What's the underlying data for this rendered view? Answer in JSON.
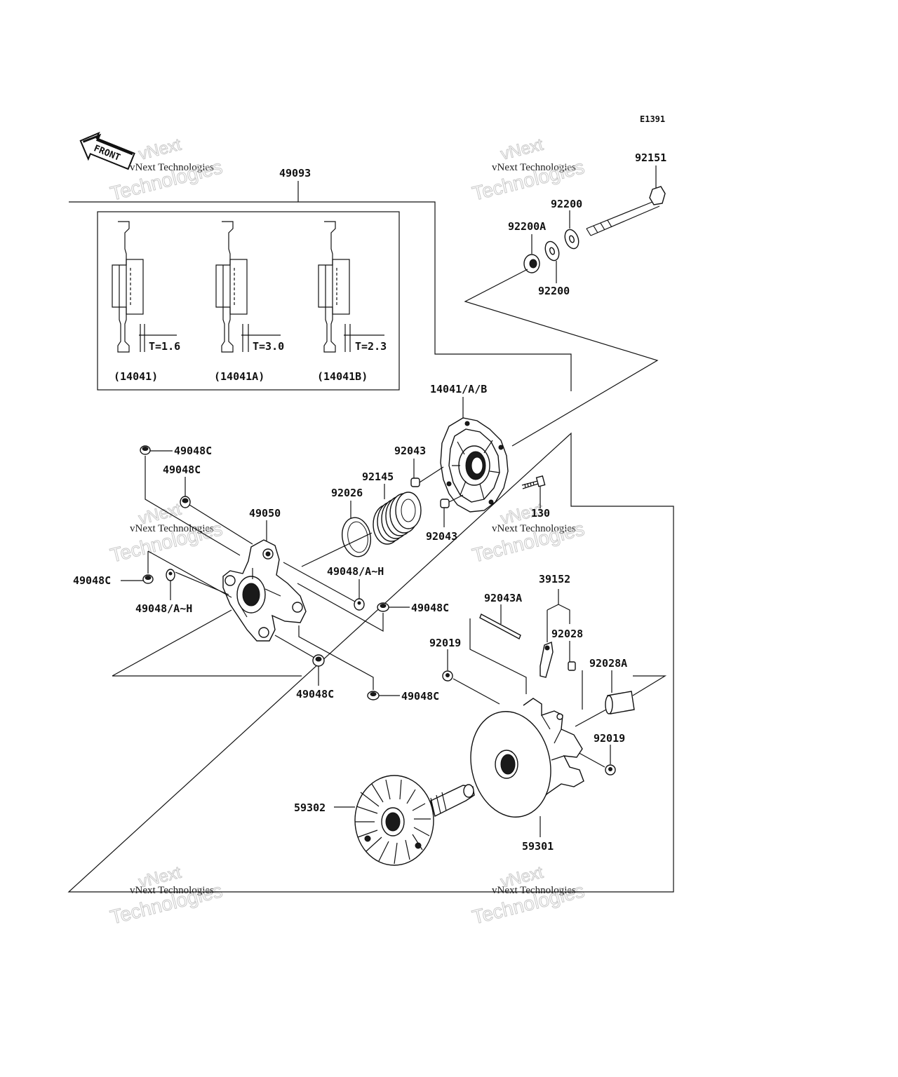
{
  "diagram_code": "E1391",
  "front_label": "FRONT",
  "watermark": {
    "line1": "vNext",
    "line2": "vNext Technologies",
    "line3": "Technologies"
  },
  "inset": {
    "items": [
      {
        "part": "(14041)",
        "thickness": "T=1.6"
      },
      {
        "part": "(14041A)",
        "thickness": "T=3.0"
      },
      {
        "part": "(14041B)",
        "thickness": "T=2.3"
      }
    ]
  },
  "labels": {
    "l49093": "49093",
    "l92151": "92151",
    "l92200_top": "92200",
    "l92200A": "92200A",
    "l92200_bot": "92200",
    "l14041AB": "14041/A/B",
    "l92043_top": "92043",
    "l92145": "92145",
    "l92026": "92026",
    "l130": "130",
    "l92043_bot": "92043",
    "l49048C_1": "49048C",
    "l49048C_2": "49048C",
    "l49050": "49050",
    "l49048C_left": "49048C",
    "l49048AH_left": "49048/A~H",
    "l49048AH_mid": "49048/A~H",
    "l49048C_mid": "49048C",
    "l49048C_bot1": "49048C",
    "l49048C_bot2": "49048C",
    "l39152": "39152",
    "l92043A": "92043A",
    "l92028": "92028",
    "l92019_top": "92019",
    "l92028A": "92028A",
    "l92019_bot": "92019",
    "l59302": "59302",
    "l59301": "59301"
  }
}
